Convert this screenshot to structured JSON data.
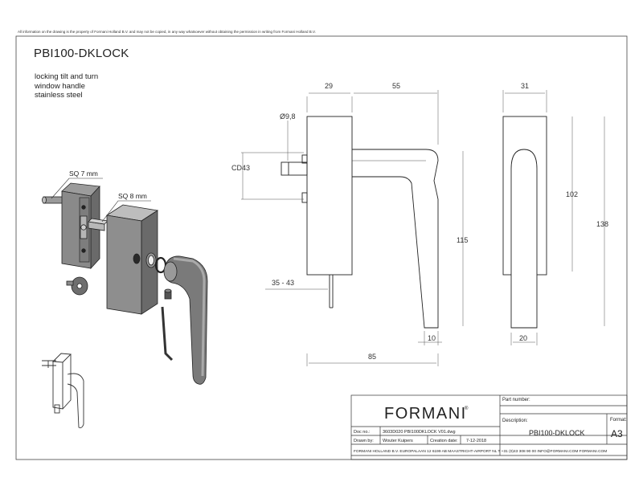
{
  "sheet": {
    "disclaimer": "All information on the drawing is the property of Formani Holland B.V. and may not be copied, in any way whatsoever without obtaining the permission in writing from Formani Holland B.V.",
    "title": "PBI100-DKLOCK",
    "description": [
      "locking tilt and turn",
      "window handle",
      "stainless steel"
    ]
  },
  "callouts": {
    "sq7": "SQ 7 mm",
    "sq8": "SQ 8 mm"
  },
  "dimensions": {
    "d29": "29",
    "d55": "55",
    "d31": "31",
    "dia": "Ø9,8",
    "cd43": "CD43",
    "d102": "102",
    "d138": "138",
    "d115": "115",
    "d3543": "35 - 43",
    "d10": "10",
    "d20": "20",
    "d85": "85"
  },
  "title_block": {
    "brand": "FORMANI",
    "brand_mark": "®",
    "part_number_label": "Part number:",
    "description_label": "Description:",
    "description_value": "PBI100-DKLOCK",
    "format_label": "Format:",
    "format_value": "A3",
    "doc_label": "Doc no.:",
    "doc_value": "3603D020 PBI100DKLOCK V01.dwg",
    "drawn_label": "Drawn by:",
    "drawn_value": "Wouter Kuipers",
    "date_label": "Creation date:",
    "date_value": "7-12-2018",
    "footer": "FORMANI HOLLAND B.V.  EUROPALAAN 12  6199 AB MAASTRICHT-AIRPORT NL  T +31 (0)43 308 90 00 INFO@FORMANI.COM FORMANI.COM"
  },
  "colors": {
    "line": "#222222",
    "metal_dark": "#6e6e6e",
    "metal_mid": "#8c8c8c",
    "metal_light": "#b0b0b0"
  }
}
